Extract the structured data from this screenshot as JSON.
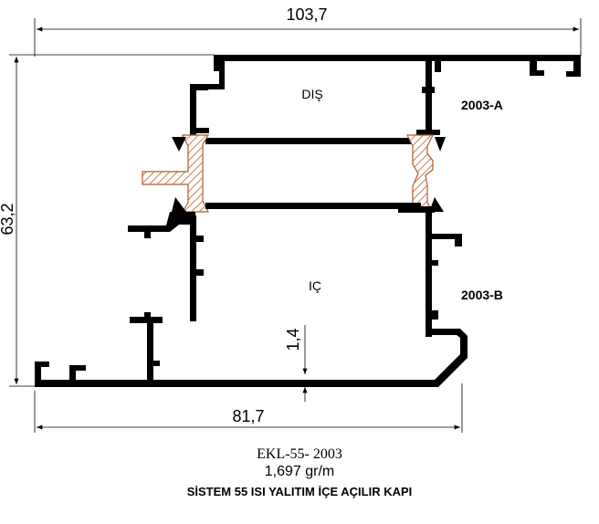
{
  "dimensions": {
    "total_width": "103,7",
    "total_height": "63,2",
    "bottom_width": "81,7",
    "wall_thickness": "1,4"
  },
  "labels": {
    "outer_chamber": "DIŞ",
    "inner_chamber": "IÇ",
    "part_a": "2003-A",
    "part_b": "2003-B"
  },
  "caption": {
    "code": "EKL-55- 2003",
    "weight": "1,697 gr/m",
    "title": "SİSTEM 55 ISI YALITIM İÇE AÇILIR KAPI"
  }
}
